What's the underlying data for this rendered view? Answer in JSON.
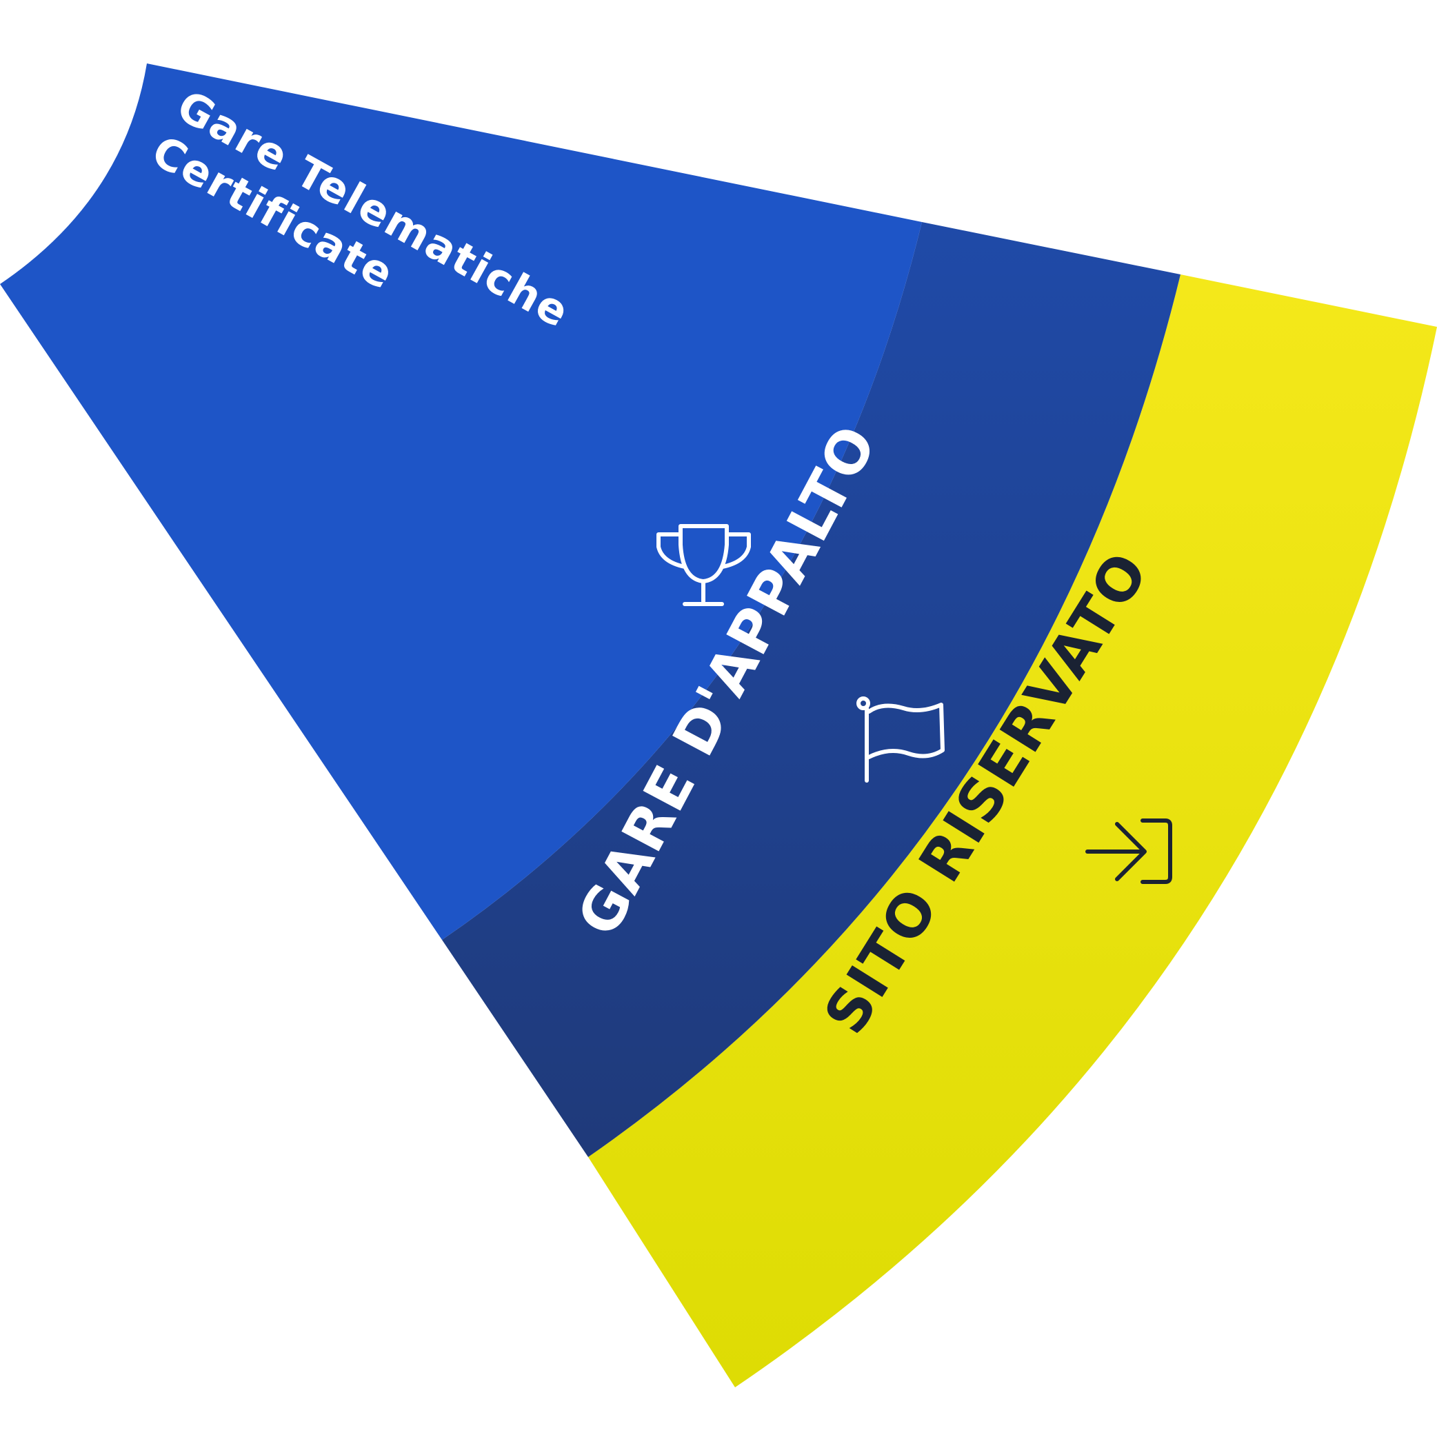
{
  "segments": [
    {
      "id": "inner",
      "lines": [
        "Gare Telematiche",
        "Certificate"
      ],
      "icon": "trophy-icon",
      "color": "#1e55c7",
      "text_color": "#ffffff"
    },
    {
      "id": "middle",
      "lines": [
        "GARE D'APPALTO"
      ],
      "icon": "flag-icon",
      "color": "#1f3f8c",
      "text_color": "#ffffff"
    },
    {
      "id": "outer",
      "lines": [
        "SITO RISERVATO"
      ],
      "icon": "login-icon",
      "color": "#e6e00e",
      "text_color": "#1a2233"
    }
  ]
}
